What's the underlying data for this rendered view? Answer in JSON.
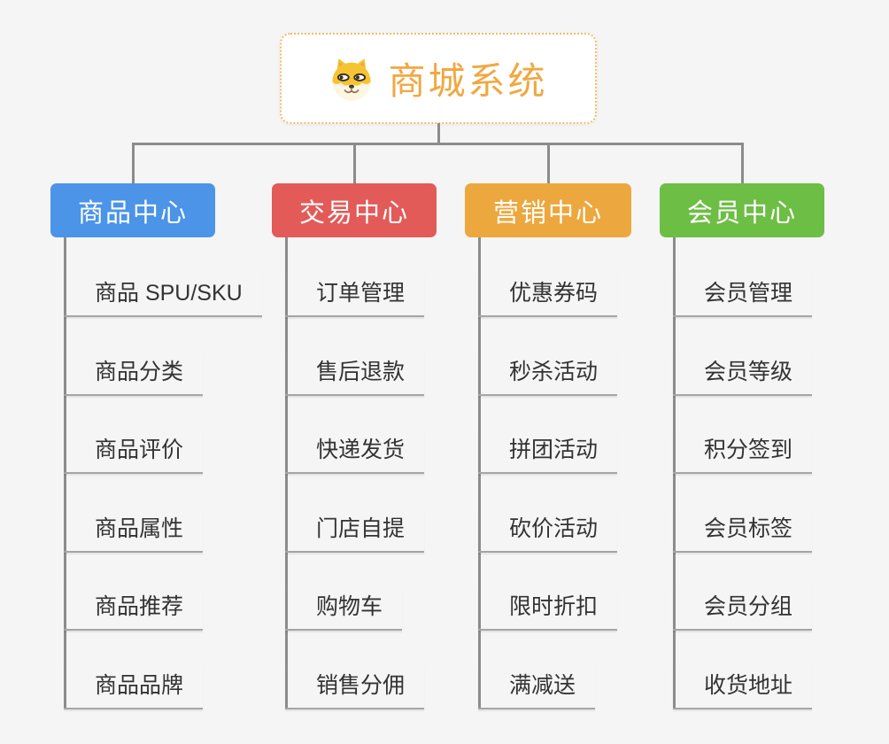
{
  "canvas": {
    "background": "#F5F5F5",
    "connector_color": "#8C8C8C",
    "underline_color": "#A5A5A5",
    "item_text_color": "#333333"
  },
  "root": {
    "title": "商城系统",
    "icon": "dog-face-icon",
    "text_color": "#F0A843",
    "border_color": "#F5BB60",
    "background": "#FFFFFF"
  },
  "branches": [
    {
      "id": "product-center",
      "label": "商品中心",
      "color": "#4B94E8",
      "items": [
        "商品 SPU/SKU",
        "商品分类",
        "商品评价",
        "商品属性",
        "商品推荐",
        "商品品牌"
      ]
    },
    {
      "id": "trade-center",
      "label": "交易中心",
      "color": "#E25B58",
      "items": [
        "订单管理",
        "售后退款",
        "快递发货",
        "门店自提",
        "购物车",
        "销售分佣"
      ]
    },
    {
      "id": "marketing-center",
      "label": "营销中心",
      "color": "#ECA83E",
      "items": [
        "优惠券码",
        "秒杀活动",
        "拼团活动",
        "砍价活动",
        "限时折扣",
        "满减送"
      ]
    },
    {
      "id": "member-center",
      "label": "会员中心",
      "color": "#6DBE45",
      "items": [
        "会员管理",
        "会员等级",
        "积分签到",
        "会员标签",
        "会员分组",
        "收货地址"
      ]
    }
  ]
}
